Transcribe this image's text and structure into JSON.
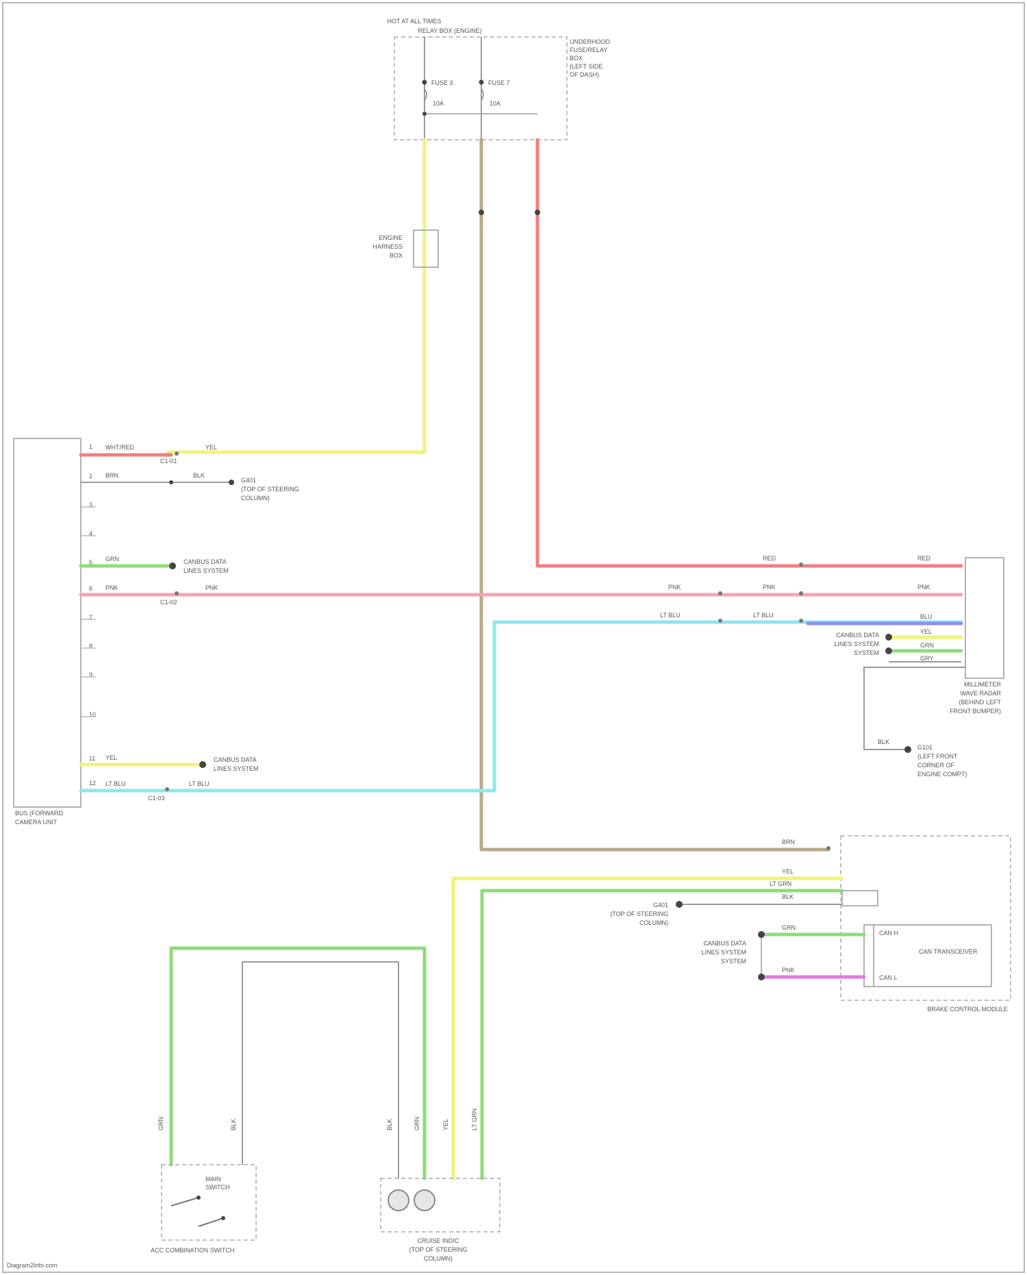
{
  "colors": {
    "red": "#f08080",
    "yellow": "#f2f27a",
    "tan": "#b7a98a",
    "green": "#8fdc7a",
    "pink": "#f5a3b4",
    "cyan": "#8fe6ee",
    "gray": "#9a9a9a",
    "violet": "#8e8ef0",
    "magenta": "#e07ae0"
  },
  "fuse_box": {
    "title_1": "HOT AT ALL TIMES",
    "title_2": "RELAY BOX (ENGINE)",
    "label_1": "UNDERHOOD",
    "label_2": "FUSE/RELAY",
    "label_3": "BOX",
    "label_4": "(LEFT SIDE",
    "label_5": "OF DASH)",
    "fuse_a": "FUSE 3",
    "fuse_a_amp": "10A",
    "fuse_b": "FUSE 7",
    "fuse_b_amp": "10A"
  },
  "junction": {
    "label_1": "ENGINE",
    "label_2": "HARNESS",
    "label_3": "BOX"
  },
  "left_unit": {
    "label_1": "BUS (FORWARD",
    "label_2": "CAMERA UNIT"
  },
  "left_pins": [
    "1",
    "2",
    "3",
    "4",
    "5",
    "6",
    "7",
    "8",
    "9",
    "10",
    "11",
    "12"
  ],
  "left_wires": {
    "w1_a": "WHT/RED",
    "w1_b": "YEL",
    "w2_a": "BRN",
    "w2_b": "BLK",
    "w5": "GRN",
    "w6_a": "PNK",
    "w6_b": "PNK",
    "w11": "YEL",
    "w12_a": "LT BLU",
    "w12_b": "LT BLU"
  },
  "left_refs": {
    "ground_1": "G401",
    "ground_2": "(TOP OF STEERING",
    "ground_3": "COLUMN)",
    "can_hi_1": "CANBUS DATA",
    "can_hi_2": "LINES SYSTEM",
    "can_lo_1": "CANBUS DATA",
    "can_lo_2": "LINES SYSTEM"
  },
  "connector_refs": [
    "C1-01",
    "C1-02",
    "C1-03"
  ],
  "right_wires": {
    "r1": "RED",
    "r1b": "RED",
    "p1": "PNK",
    "p1b": "PNK",
    "p1c": "PNK",
    "c1": "LT BLU",
    "c1b": "LT BLU",
    "v1": "BLU",
    "y1": "YEL",
    "g1": "GRN",
    "g2": "GRY"
  },
  "right_unit": {
    "label_1": "MILLIMETER",
    "label_2": "WAVE RADAR",
    "label_3": "(BEHIND LEFT",
    "label_4": "FRONT BUMPER)",
    "can_1": "CANBUS DATA",
    "can_2": "LINES SYSTEM",
    "can_3": "SYSTEM",
    "ground_1": "G101",
    "ground_2": "(LEFT FRONT",
    "ground_3": "CORNER OF",
    "ground_4": "ENGINE COMPT)"
  },
  "brake_module": {
    "label": "BRAKE CONTROL MODULE",
    "transceiver": "CAN TRANSCEIVER",
    "can_h": "CAN H",
    "can_l": "CAN L",
    "w_brn": "BRN",
    "w_yel": "YEL",
    "w_ltgrn": "LT GRN",
    "w_blk": "BLK",
    "w_grn": "GRN",
    "w_pnk": "PNK",
    "gnd_1": "G401",
    "gnd_2": "(TOP OF STEERING",
    "gnd_3": "COLUMN)",
    "can_1": "CANBUS DATA",
    "can_2": "LINES SYSTEM",
    "can_3": "SYSTEM"
  },
  "bottom": {
    "switch_label_1": "MAIN",
    "switch_label_2": "SWITCH",
    "switch_title": "ACC COMBINATION SWITCH",
    "lamp_label_1": "CRUISE INDIC",
    "lamp_label_2": "(TOP OF STEERING",
    "lamp_label_3": "COLUMN)",
    "wire_grn": "GRN",
    "wire_blk": "BLK",
    "wire_yel": "YEL",
    "wire_ltgrn": "LT GRN"
  },
  "footer": "Diagram2Info.com"
}
